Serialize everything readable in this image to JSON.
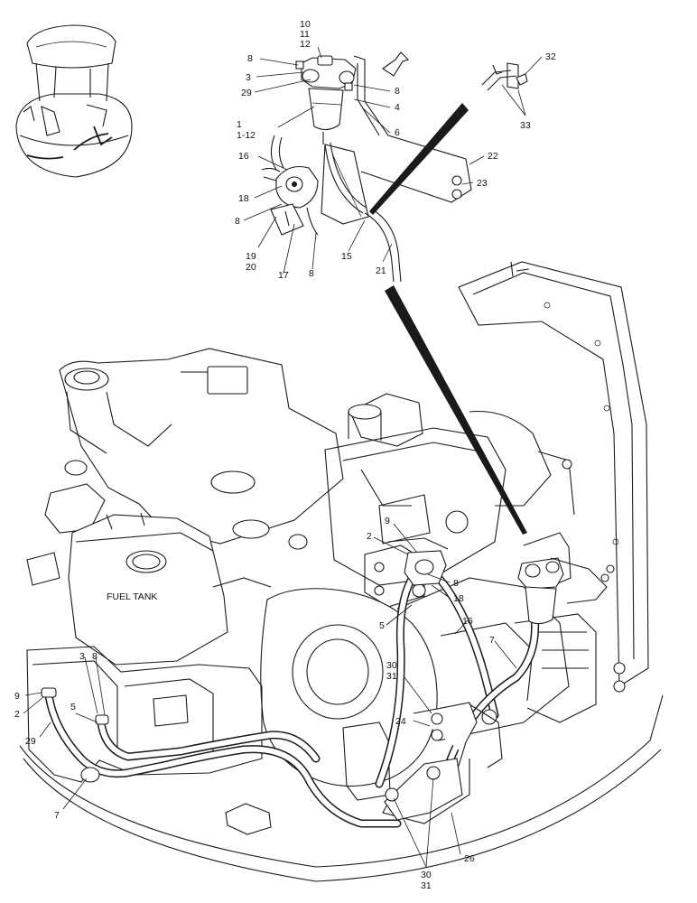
{
  "diagram": {
    "tank_label": "FUEL TANK",
    "callouts": {
      "c1": "10",
      "c2": "11",
      "c3": "12",
      "c4": "8",
      "c5": "3",
      "c6": "29",
      "c7": "1",
      "c8": "1-12",
      "c9": "8",
      "c10": "4",
      "c11": "6",
      "c12": "16",
      "c13": "18",
      "c14": "8",
      "c15": "19",
      "c16": "20",
      "c17": "17",
      "c18": "8",
      "c19": "15",
      "c20": "21",
      "c21": "22",
      "c22": "23",
      "c23": "32",
      "c24": "33",
      "c25": "9",
      "c26": "2",
      "c27": "8",
      "c28": "18",
      "c29": "5",
      "c30": "16",
      "c31": "7",
      "c32": "30",
      "c33": "31",
      "c34": "24",
      "c35": "3",
      "c36": "8",
      "c37": "9",
      "c38": "2",
      "c39": "5",
      "c40": "29",
      "c41": "7",
      "c42": "26",
      "c43": "30",
      "c44": "31"
    }
  }
}
